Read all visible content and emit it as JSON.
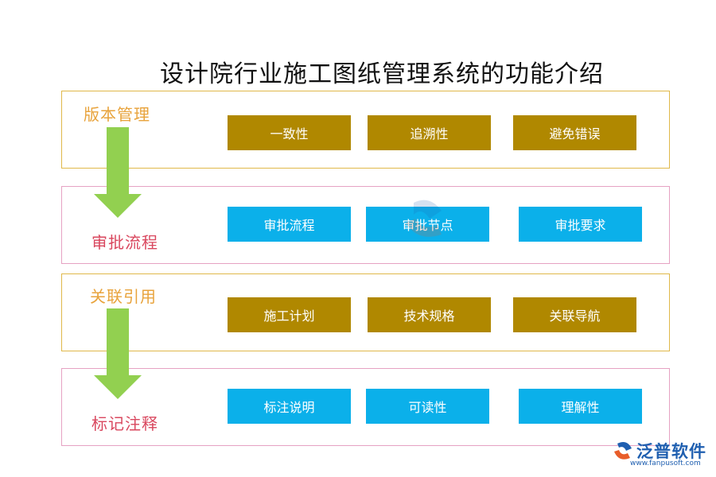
{
  "title": "设计院行业施工图纸管理系统的功能介绍",
  "sections": [
    {
      "label": "版本管理",
      "items": [
        "一致性",
        "追溯性",
        "避免错误"
      ]
    },
    {
      "label": "审批流程",
      "items": [
        "审批流程",
        "审批节点",
        "审批要求"
      ]
    },
    {
      "label": "关联引用",
      "items": [
        "施工计划",
        "技术规格",
        "关联导航"
      ]
    },
    {
      "label": "标记注释",
      "items": [
        "标注说明",
        "可读性",
        "理解性"
      ]
    }
  ],
  "colors": {
    "gold_box": "#b08800",
    "blue_box": "#0bb0ea",
    "arrow": "#92d050",
    "label_orange": "#e8a33c",
    "label_red": "#d9475e"
  },
  "logo": {
    "name": "泛普软件",
    "url": "www.fanpusoft.com",
    "icon": "fanpu-logo-icon"
  }
}
